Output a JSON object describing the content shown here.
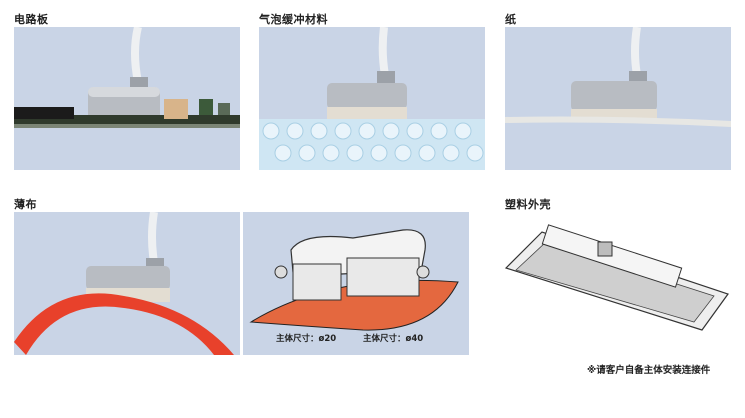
{
  "sections": [
    {
      "label": "电路板"
    },
    {
      "label": "气泡缓冲材料"
    },
    {
      "label": "纸"
    },
    {
      "label": "薄布"
    },
    {
      "label": "塑料外壳"
    }
  ],
  "diagram_captions": [
    "主体尺寸：ø20",
    "主体尺寸：ø40"
  ],
  "footnote": "※请客户自备主体安装连接件",
  "colors": {
    "panel_bg": "#c9d4e6",
    "cloth_red": "#e8412b",
    "bubble": "#cfe6f3",
    "metal": "#b8bcc2",
    "diagram_orange": "#e4683f"
  }
}
